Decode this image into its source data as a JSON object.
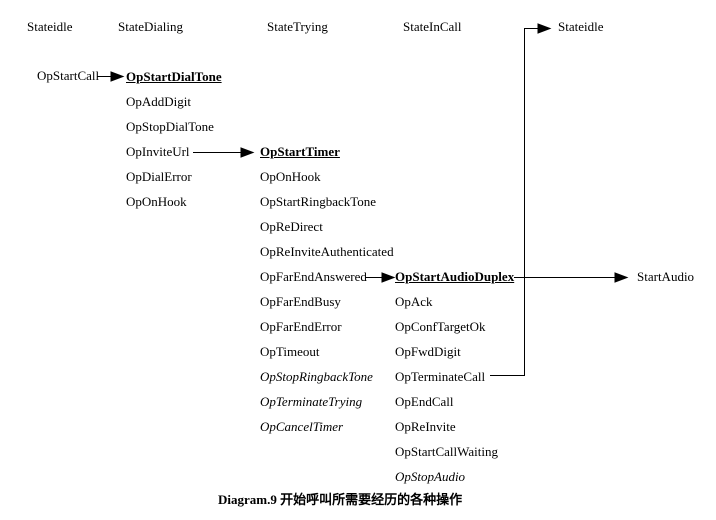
{
  "canvas": {
    "bg": "#ffffff",
    "line_color": "#000000",
    "text_color": "#000000"
  },
  "caption": "Diagram.9 开始呼叫所需要经历的各种操作",
  "headers": [
    {
      "label": "Stateidle"
    },
    {
      "label": "StateDialing"
    },
    {
      "label": "StateTrying"
    },
    {
      "label": "StateInCall"
    },
    {
      "label": "Stateidle"
    }
  ],
  "trigger": {
    "label": "OpStartCall"
  },
  "result": {
    "label": "StartAudio"
  },
  "columns": [
    {
      "state": "StateDialing",
      "items": [
        {
          "label": "OpStartDialTone",
          "style": "bold-underline"
        },
        {
          "label": "OpAddDigit",
          "style": "normal"
        },
        {
          "label": "OpStopDialTone",
          "style": "normal"
        },
        {
          "label": "OpInviteUrl",
          "style": "normal"
        },
        {
          "label": "OpDialError",
          "style": "normal"
        },
        {
          "label": "OpOnHook",
          "style": "normal"
        }
      ]
    },
    {
      "state": "StateTrying",
      "items": [
        {
          "label": "OpStartTimer",
          "style": "bold-underline"
        },
        {
          "label": "OpOnHook",
          "style": "normal"
        },
        {
          "label": "OpStartRingbackTone",
          "style": "normal"
        },
        {
          "label": "OpReDirect",
          "style": "normal"
        },
        {
          "label": "OpReInviteAuthenticated",
          "style": "normal"
        },
        {
          "label": "OpFarEndAnswered",
          "style": "normal"
        },
        {
          "label": "OpFarEndBusy",
          "style": "normal"
        },
        {
          "label": "OpFarEndError",
          "style": "normal"
        },
        {
          "label": "OpTimeout",
          "style": "normal"
        },
        {
          "label": "OpStopRingbackTone",
          "style": "italic"
        },
        {
          "label": "OpTerminateTrying",
          "style": "italic"
        },
        {
          "label": "OpCancelTimer",
          "style": "italic"
        }
      ]
    },
    {
      "state": "StateInCall",
      "items": [
        {
          "label": "OpStartAudioDuplex",
          "style": "bold-underline"
        },
        {
          "label": "OpAck",
          "style": "normal"
        },
        {
          "label": "OpConfTargetOk",
          "style": "normal"
        },
        {
          "label": "OpFwdDigit",
          "style": "normal"
        },
        {
          "label": "OpTerminateCall",
          "style": "normal"
        },
        {
          "label": "OpEndCall",
          "style": "normal"
        },
        {
          "label": "OpReInvite",
          "style": "normal"
        },
        {
          "label": "OpStartCallWaiting",
          "style": "normal"
        },
        {
          "label": "OpStopAudio",
          "style": "italic"
        }
      ]
    }
  ],
  "connections": [
    {
      "from": "OpStartCall",
      "to": "OpStartDialTone"
    },
    {
      "from": "OpInviteUrl",
      "to": "OpStartTimer"
    },
    {
      "from": "OpFarEndAnswered",
      "to": "OpStartAudioDuplex"
    },
    {
      "from": "OpStartAudioDuplex",
      "to": "StartAudio"
    },
    {
      "from": "OpTerminateCall",
      "to": "Stateidle"
    }
  ]
}
